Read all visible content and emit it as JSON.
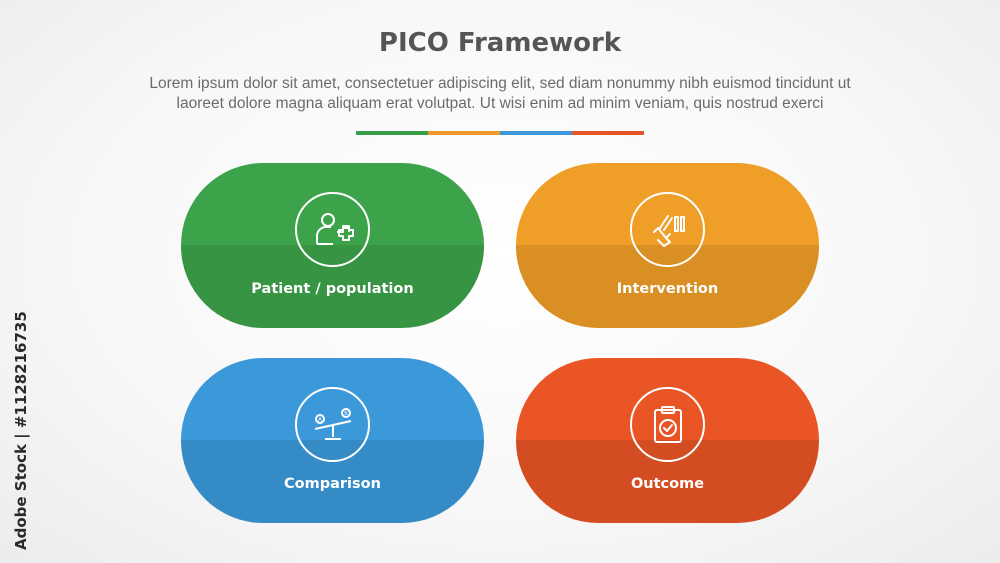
{
  "title": "PICO Framework",
  "description": {
    "line1": "Lorem ipsum dolor sit amet, consectetuer adipiscing elit, sed diam nonummy nibh euismod tincidunt ut",
    "line2": "laoreet dolore magna aliquam erat volutpat. Ut wisi enim ad minim veniam, quis nostrud exerci"
  },
  "divider_colors": [
    "#3a9d4a",
    "#ee9a2b",
    "#3d97d8",
    "#e65527"
  ],
  "items": [
    {
      "label": "Patient / population",
      "color": "#3da34a",
      "icon": "patient-plus-icon"
    },
    {
      "label": "Intervention",
      "color": "#ef9e27",
      "icon": "hand-medicine-icon"
    },
    {
      "label": "Comparison",
      "color": "#3b99da",
      "icon": "seesaw-balance-icon"
    },
    {
      "label": "Outcome",
      "color": "#ea5526",
      "icon": "clipboard-check-icon"
    }
  ],
  "watermark": "Adobe Stock | #1128216735"
}
